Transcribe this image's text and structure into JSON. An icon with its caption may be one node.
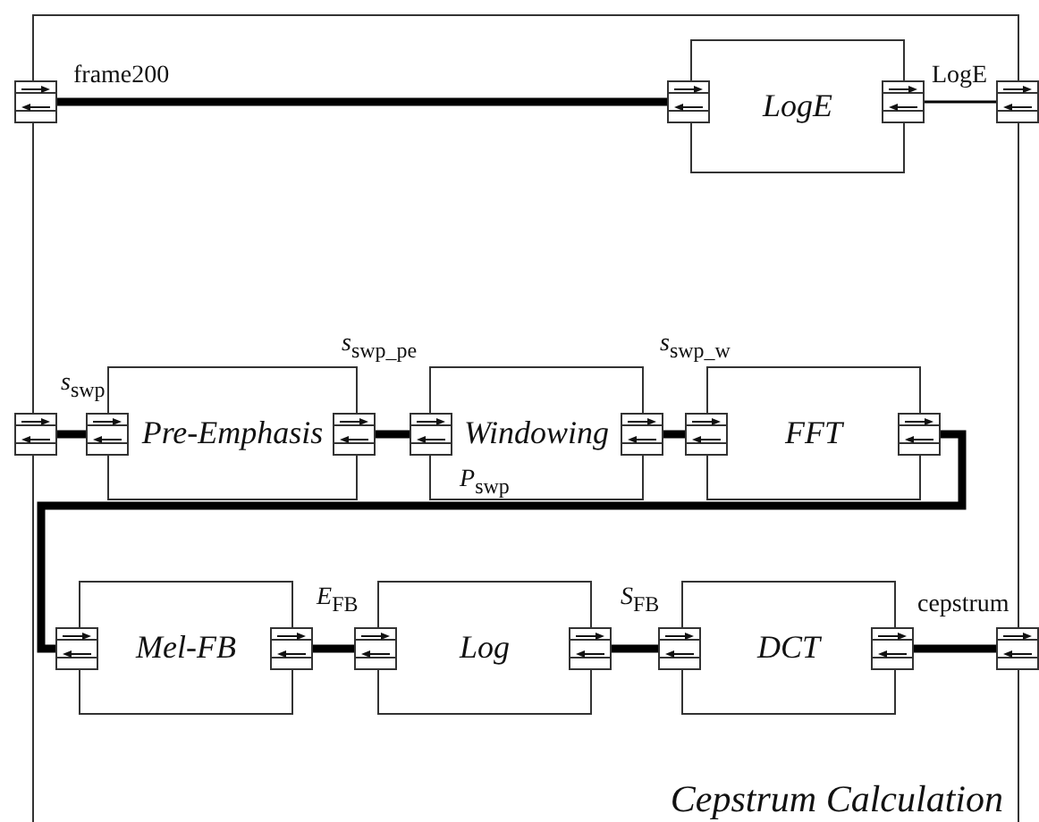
{
  "diagram": {
    "nodes": [
      {
        "text": [
          "Cepstrum Calculation"
        ]
      },
      {
        "text": [],
        "shape": "box"
      },
      {
        "text": [],
        "shape": "box",
        "in": 0
      },
      {
        "text": [
          "LogE"
        ],
        "in": 0
      },
      {
        "text": [],
        "shape": "box",
        "in": 0
      },
      {
        "text": [],
        "shape": "box"
      },
      {
        "text": [],
        "shape": "box"
      },
      {
        "text": [],
        "shape": "box",
        "in": 0
      },
      {
        "text": [
          "Pre-Emphasis"
        ],
        "in": 0
      },
      {
        "text": [],
        "shape": "box",
        "in": 0
      },
      {
        "text": [],
        "shape": "box",
        "in": 0
      },
      {
        "text": [
          "Windowing"
        ],
        "in": 0
      },
      {
        "text": [],
        "shape": "box",
        "in": 0
      },
      {
        "text": [],
        "shape": "box",
        "in": 0
      },
      {
        "text": [
          "FFT"
        ],
        "in": 0
      },
      {
        "text": [],
        "shape": "box",
        "in": 0
      },
      {
        "text": [],
        "shape": "box",
        "in": 0
      },
      {
        "text": [
          "Mel-FB"
        ],
        "in": 0
      },
      {
        "text": [],
        "shape": "box",
        "in": 0
      },
      {
        "text": [],
        "shape": "box",
        "in": 0
      },
      {
        "text": [
          "Log"
        ],
        "in": 0
      },
      {
        "text": [],
        "shape": "box",
        "in": 0
      },
      {
        "text": [],
        "shape": "box",
        "in": 0
      },
      {
        "text": [
          "DCT"
        ],
        "in": 0
      },
      {
        "text": [],
        "shape": "box",
        "in": 0
      },
      {
        "text": [],
        "shape": "box"
      }
    ],
    "edges": [
      {
        "from": 1,
        "to": 2,
        "arrow": "none",
        "label": "frame200"
      },
      {
        "from": 4,
        "to": 5,
        "arrow": "none",
        "label": "LogE"
      },
      {
        "from": 6,
        "to": 7,
        "arrow": "none",
        "label": "*s*$_{swp}$"
      },
      {
        "from": 9,
        "to": 10,
        "arrow": "none",
        "label": "*s*$_{swp_pe}$"
      },
      {
        "from": 12,
        "to": 13,
        "arrow": "none",
        "label": "*s*$_{swp_w}$"
      },
      {
        "from": 15,
        "to": 16,
        "arrow": "none",
        "label": "*P*$_{swp}$"
      },
      {
        "from": 18,
        "to": 19,
        "arrow": "none",
        "label": "*E*$_{FB}$"
      },
      {
        "from": 21,
        "to": 22,
        "arrow": "none",
        "label": "*S*$_{FB}$"
      },
      {
        "from": 24,
        "to": 25,
        "arrow": "none",
        "label": "cepstrum"
      }
    ]
  }
}
